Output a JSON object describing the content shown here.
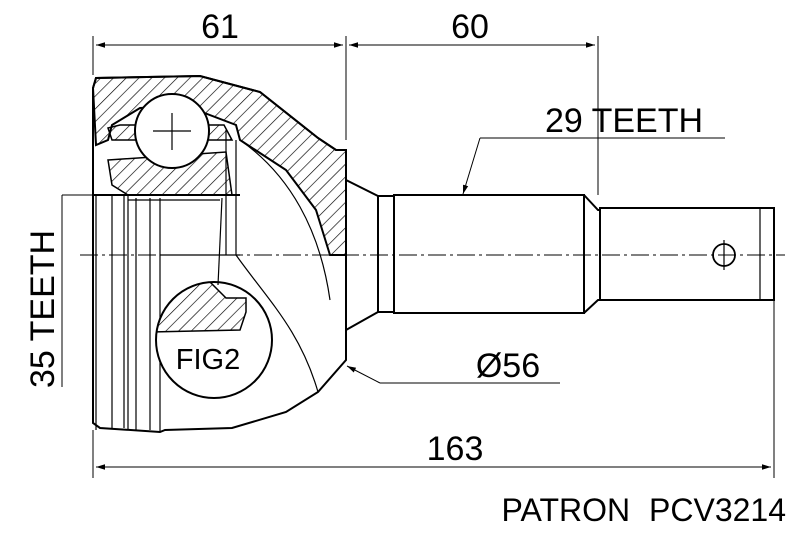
{
  "dimensions": {
    "left_length": "61",
    "right_length": "60",
    "total_length": "163",
    "diameter": "Ø56"
  },
  "labels": {
    "outer_teeth": "29 TEETH",
    "inner_teeth": "35 TEETH",
    "detail": "FIG2"
  },
  "product": {
    "brand": "PATRON",
    "code": "PCV3214"
  },
  "colors": {
    "line": "#000000",
    "background": "#ffffff"
  }
}
